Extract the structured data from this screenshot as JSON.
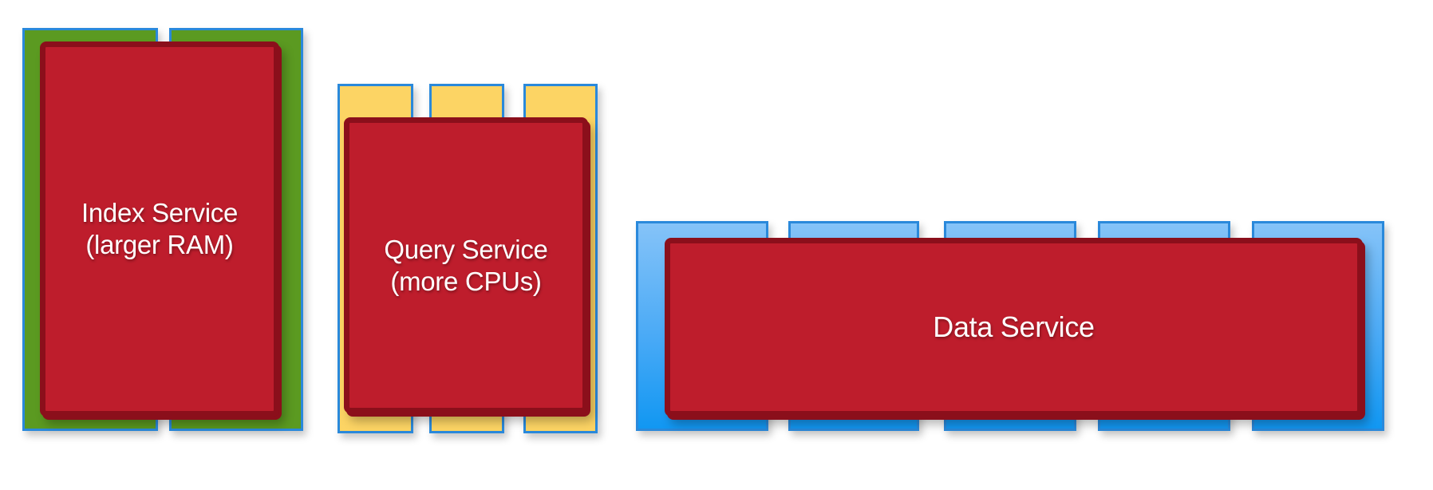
{
  "colors": {
    "background": "#ffffff",
    "green": "#5b9a21",
    "yellow": "#fcd464",
    "blueBorder": "#2a89db",
    "blueLight": "#85c3f8",
    "blueMid": "#4aaaf6",
    "blueDeep": "#1197f2",
    "red": "#be1d2c",
    "redBorder": "#8b0f1b",
    "textColor": "#ffffff"
  },
  "blocks": [
    {
      "id": "index-service",
      "lines": [
        "Index Service",
        "(larger RAM)"
      ],
      "label_text": "Index Service\n(larger RAM)",
      "module_color": "green",
      "module_count": 2
    },
    {
      "id": "query-service",
      "lines": [
        "Query Service",
        "(more CPUs)"
      ],
      "label_text": "Query Service\n(more CPUs)",
      "module_color": "yellow",
      "module_count": 3
    },
    {
      "id": "data-service",
      "lines": [
        "Data Service"
      ],
      "label_text": "Data Service",
      "module_color": "blue",
      "module_count": 5
    }
  ]
}
